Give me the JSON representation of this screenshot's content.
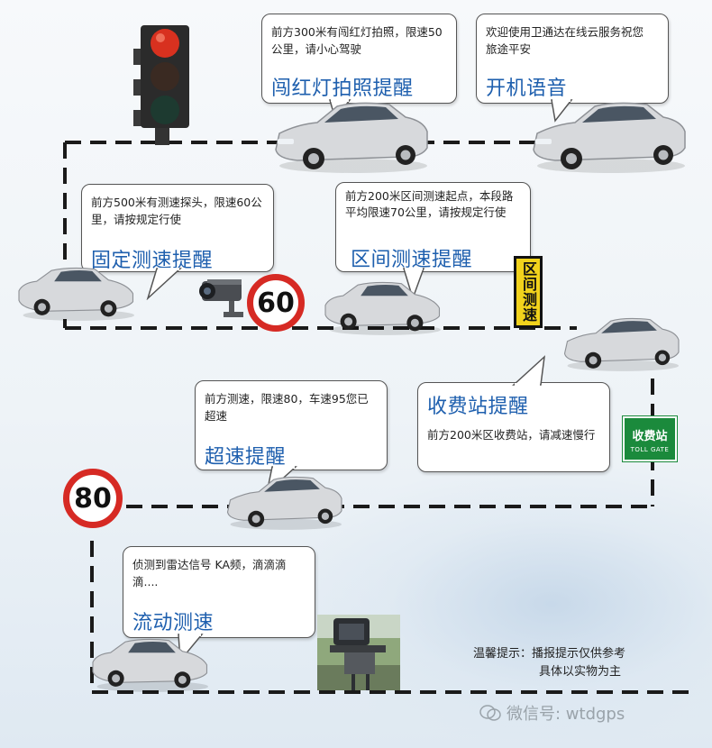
{
  "bubbles": {
    "red_light": {
      "body": "前方300米有闯红灯拍照，限速50公里，请小心驾驶",
      "title": "闯红灯拍照提醒"
    },
    "power_on": {
      "body": "欢迎使用卫通达在线云服务祝您旅途平安",
      "title": "开机语音"
    },
    "fixed_speed": {
      "body": "前方500米有测速探头，限速60公里，请按规定行使",
      "title": "固定测速提醒"
    },
    "zone_speed": {
      "body": "前方200米区间测速起点，本段路平均限速70公里，请按规定行使",
      "title": "区间测速提醒"
    },
    "overspeed": {
      "body": "前方测速，限速80，车速95您已超速",
      "title": "超速提醒"
    },
    "toll_station": {
      "title": "收费站提醒",
      "body": "前方200米区收费站，请减速慢行"
    },
    "mobile_speed": {
      "body": "侦测到雷达信号 KA频，滴滴滴滴....",
      "title": "流动测速"
    }
  },
  "signs": {
    "speed_60": "60",
    "speed_80": "80",
    "zone_sign": "区间测速",
    "toll_cn": "收费站",
    "toll_en": "TOLL GATE"
  },
  "hint": {
    "line1": "温馨提示：播报提示仅供参考",
    "line2": "具体以实物为主"
  },
  "watermark": "微信号: wtdgps",
  "colors": {
    "title_blue": "#1e5fae",
    "sign_red": "#d62a24",
    "toll_green": "#1b8a3c",
    "zone_yellow": "#f1d21c"
  }
}
